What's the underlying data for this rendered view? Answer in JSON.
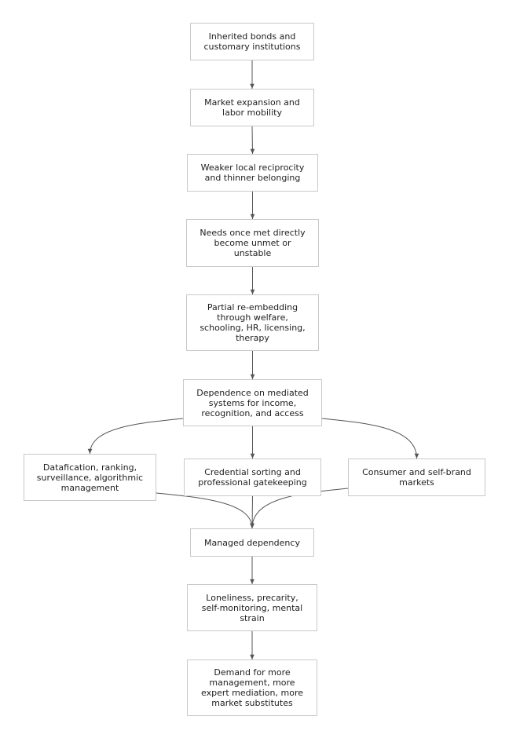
{
  "nodes": [
    {
      "id": "n1",
      "label": "Inherited bonds and\ncustomary institutions"
    },
    {
      "id": "n2",
      "label": "Market expansion and\nlabor mobility"
    },
    {
      "id": "n3",
      "label": "Weaker local reciprocity\nand thinner belonging"
    },
    {
      "id": "n4",
      "label": "Needs once met directly\nbecome unmet or\nunstable"
    },
    {
      "id": "n5",
      "label": "Partial re-embedding\nthrough welfare,\nschooling, HR, licensing,\ntherapy"
    },
    {
      "id": "n6",
      "label": "Dependence on mediated\nsystems for income,\nrecognition, and access"
    },
    {
      "id": "n7",
      "label": "Datafication, ranking,\nsurveillance, algorithmic\nmanagement"
    },
    {
      "id": "n8",
      "label": "Credential sorting and\nprofessional gatekeeping"
    },
    {
      "id": "n9",
      "label": "Consumer and self-brand\nmarkets"
    },
    {
      "id": "n10",
      "label": "Managed dependency"
    },
    {
      "id": "n11",
      "label": "Loneliness, precarity,\nself-monitoring, mental\nstrain"
    },
    {
      "id": "n12",
      "label": "Demand for more\nmanagement, more\nexpert mediation, more\nmarket substitutes"
    }
  ],
  "edges": [
    {
      "from": "n1",
      "to": "n2"
    },
    {
      "from": "n2",
      "to": "n3"
    },
    {
      "from": "n3",
      "to": "n4"
    },
    {
      "from": "n4",
      "to": "n5"
    },
    {
      "from": "n5",
      "to": "n6"
    },
    {
      "from": "n6",
      "to": "n7"
    },
    {
      "from": "n6",
      "to": "n8"
    },
    {
      "from": "n6",
      "to": "n9"
    },
    {
      "from": "n7",
      "to": "n10"
    },
    {
      "from": "n8",
      "to": "n10"
    },
    {
      "from": "n9",
      "to": "n10"
    },
    {
      "from": "n10",
      "to": "n11"
    },
    {
      "from": "n11",
      "to": "n12"
    }
  ],
  "colors": {
    "border": "#c9c9c9",
    "edge": "#555555",
    "text": "#1e1e1e"
  }
}
